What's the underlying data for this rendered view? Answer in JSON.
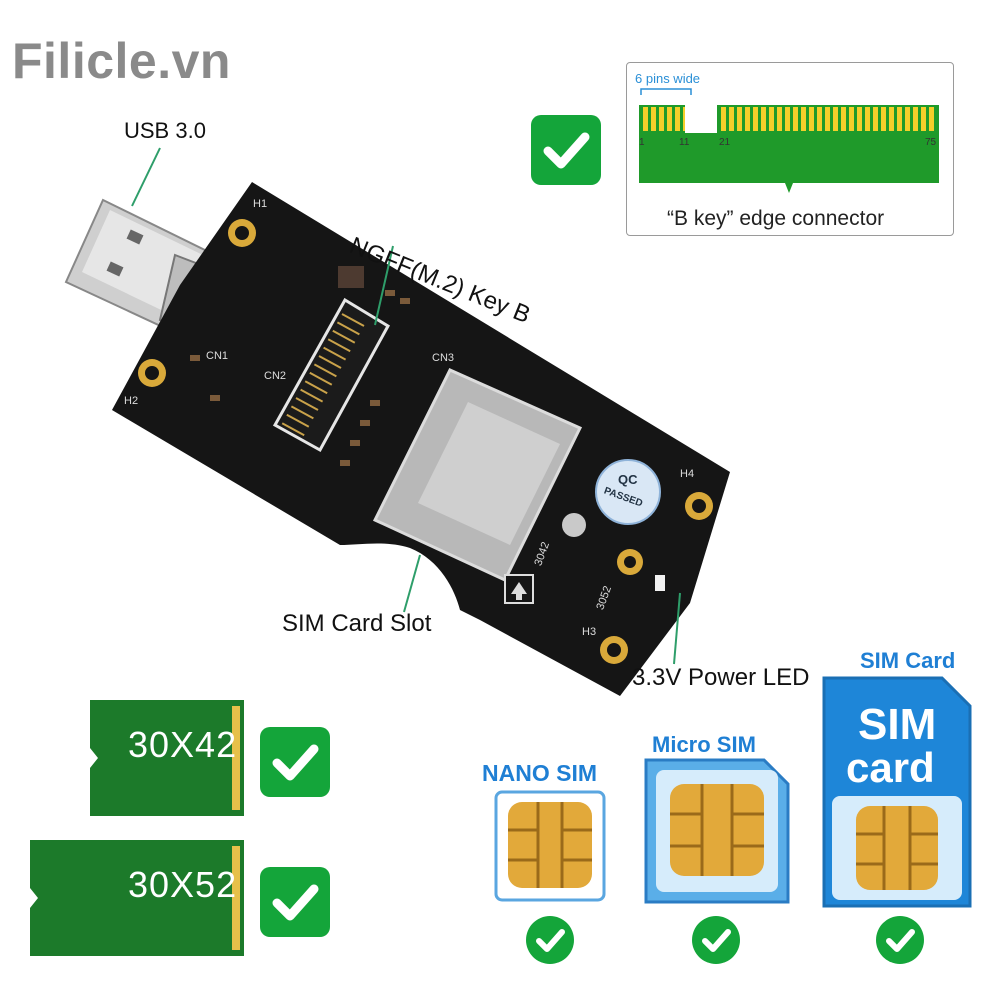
{
  "brand": {
    "name": "Filicle.vn"
  },
  "callouts": {
    "usb": "USB 3.0",
    "ngff": "NGFF(M.2) Key B",
    "sim_slot": "SIM Card Slot",
    "power_led": "3.3V Power LED"
  },
  "edge_connector": {
    "title": "6 pins wide",
    "caption": "“B key” edge connector",
    "pin_labels": [
      "1",
      "11",
      "21",
      "75"
    ]
  },
  "board": {
    "labels": [
      "H1",
      "H2",
      "H3",
      "H4",
      "CN1",
      "CN2",
      "CN3",
      "3042",
      "3052"
    ],
    "qc_sticker": [
      "QC",
      "PASSED"
    ]
  },
  "modules": [
    {
      "label": "30X42",
      "supported": true
    },
    {
      "label": "30X52",
      "supported": true
    }
  ],
  "sims": [
    {
      "title": "NANO SIM",
      "supported": true
    },
    {
      "title": "Micro SIM",
      "supported": true
    },
    {
      "title": "SIM Card",
      "card_text": [
        "SIM",
        "card"
      ],
      "supported": true
    }
  ],
  "colors": {
    "check_green": "#14a53a",
    "pcb_black": "#151515",
    "module_green": "#1c7a2a",
    "gold": "#d9a93a",
    "sim_blue": "#1f7fd4"
  },
  "icons": [
    "check-icon",
    "usb-plug-icon",
    "sim-chip-icon"
  ]
}
